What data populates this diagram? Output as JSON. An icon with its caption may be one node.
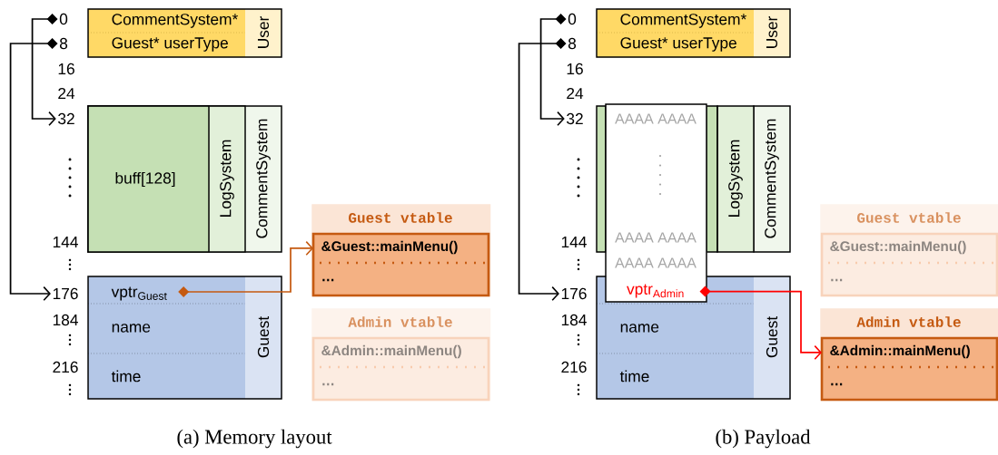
{
  "diagram": {
    "nodes": [
      {
        "text": [
          "0"
        ]
      },
      {
        "text": [
          "8"
        ]
      },
      {
        "text": [
          "32"
        ]
      },
      {
        "text": [
          "176"
        ]
      },
      {
        "text": [
          "User"
        ]
      },
      {
        "text": [
          "CommentSystem*"
        ],
        "in": 4
      },
      {
        "text": [
          "Guest*  userType"
        ],
        "in": 4
      },
      {
        "text": [
          "CommentSystem"
        ]
      },
      {
        "text": [
          "LogSystem"
        ],
        "in": 7
      },
      {
        "text": [
          "buff[128]"
        ],
        "in": 8
      },
      {
        "text": [
          "Guest"
        ]
      },
      {
        "text": [
          "vptr$_{Guest}$"
        ],
        "in": 10
      },
      {
        "text": [
          "name"
        ],
        "in": 10
      },
      {
        "text": [
          "time"
        ],
        "in": 10
      },
      {
        "text": [
          "Guest vtable"
        ]
      },
      {
        "text": [
          "&Guest::mainMenu()",
          "…"
        ],
        "in": 14
      },
      {
        "text": [
          "Admin vtable"
        ]
      },
      {
        "text": [
          "&Admin::mainMenu()",
          "…"
        ],
        "in": 16
      },
      {
        "text": [
          "0"
        ]
      },
      {
        "text": [
          "8"
        ]
      },
      {
        "text": [
          "32"
        ]
      },
      {
        "text": [
          "176"
        ]
      },
      {
        "text": [
          "User"
        ]
      },
      {
        "text": [
          "CommentSystem*"
        ],
        "in": 22
      },
      {
        "text": [
          "Guest*  userType"
        ],
        "in": 22
      },
      {
        "text": [
          "CommentSystem"
        ]
      },
      {
        "text": [
          "LogSystem"
        ]
      },
      {
        "text": [],
        "shape": "box"
      },
      {
        "text": [
          "Guest"
        ]
      },
      {
        "text": [
          "name"
        ],
        "in": 28
      },
      {
        "text": [
          "time"
        ],
        "in": 28
      },
      {
        "text": [
          "AAAA AAAA",
          "AAAA AAAA",
          "AAAA AAAA",
          "vptr$_{Admin}$"
        ]
      },
      {
        "text": [
          "Guest vtable"
        ]
      },
      {
        "text": [
          "&Guest::mainMenu()",
          "…"
        ],
        "in": 32
      },
      {
        "text": [
          "Admin vtable"
        ]
      },
      {
        "text": [
          "&Admin::mainMenu()",
          "…"
        ],
        "in": 34
      }
    ],
    "edges": [
      {
        "from": 0,
        "to": 2,
        "arrow": "to"
      },
      {
        "from": 1,
        "to": 3,
        "arrow": "to"
      },
      {
        "from": 11,
        "to": 15,
        "arrow": "to",
        "color": "#c55a11"
      },
      {
        "from": 18,
        "to": 20,
        "arrow": "to"
      },
      {
        "from": 19,
        "to": 21,
        "arrow": "to"
      },
      {
        "from": 31,
        "to": 35,
        "arrow": "to",
        "color": "#ff0000"
      }
    ],
    "labels": [
      "16",
      "24",
      "144",
      "184",
      "216",
      "(a) Memory layout",
      "16",
      "24",
      "144",
      "184",
      "216",
      "(b) Payload"
    ]
  }
}
